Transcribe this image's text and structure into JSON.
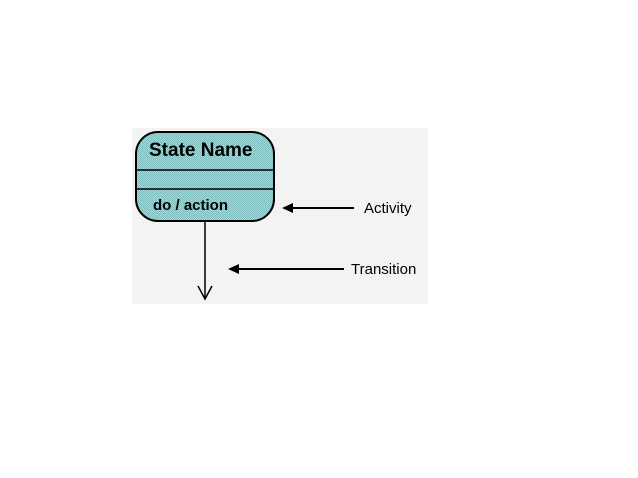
{
  "diagram": {
    "state": {
      "name": "State Name",
      "activity_text": "do / action"
    },
    "callouts": {
      "activity_label": "Activity",
      "transition_label": "Transition"
    }
  },
  "colors": {
    "state_fill": "#9ccfd0",
    "line": "#000000",
    "background_panel": "#f3f3f3"
  }
}
